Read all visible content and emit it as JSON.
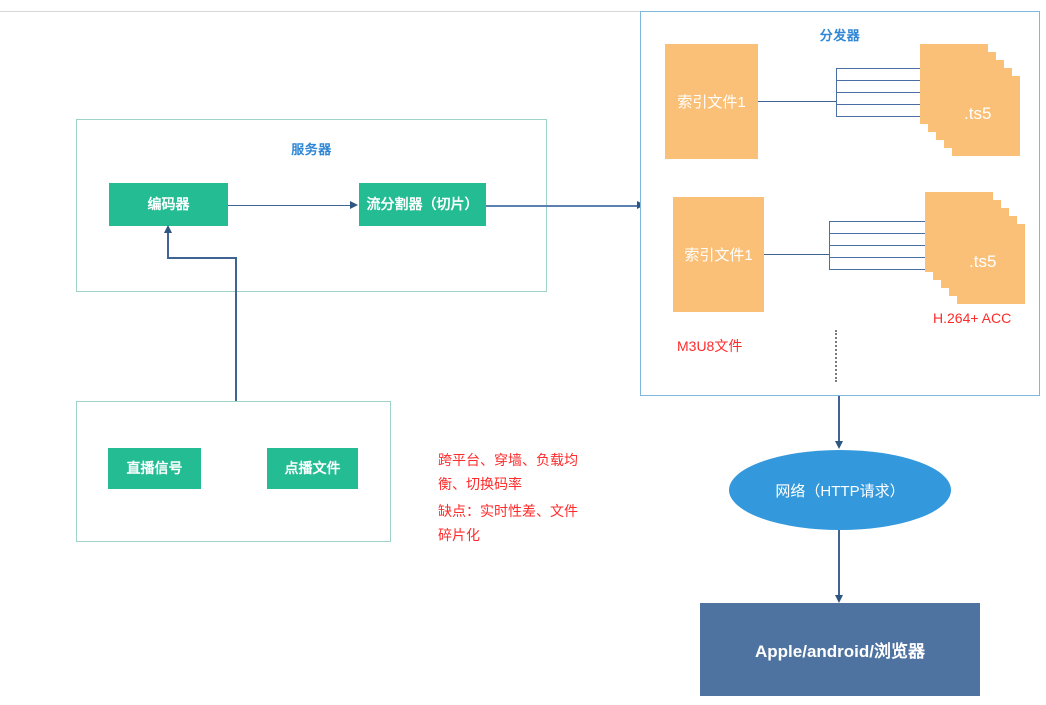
{
  "diagram": {
    "title_server": "服务器",
    "title_distributor": "分发器",
    "server": {
      "encoder": "编码器",
      "slicer": "流分割器（切片）"
    },
    "sources": {
      "live": "直播信号",
      "vod": "点播文件"
    },
    "notes": {
      "advantages": "跨平台、穿墙、负载均衡、切换码率",
      "drawbacks": "缺点：实时性差、文件碎片化"
    },
    "distributor": {
      "rows": [
        {
          "index_file": "索引文件1",
          "segment": ".ts5"
        },
        {
          "index_file": "索引文件1",
          "segment": ".ts5"
        }
      ],
      "label_m3u8": "M3U8文件",
      "label_codec": "H.264+ ACC",
      "ellipsis": "⋮"
    },
    "network": "网络（HTTP请求）",
    "clients": "Apple/android/浏览器",
    "colors": {
      "green": "#23BC93",
      "orange": "#FBC078",
      "oval_blue": "#3399DC",
      "client_slate": "#4E73A0",
      "title_blue": "#2E86D4",
      "note_red": "#FF2B2B",
      "connector": "#3F6494"
    }
  }
}
